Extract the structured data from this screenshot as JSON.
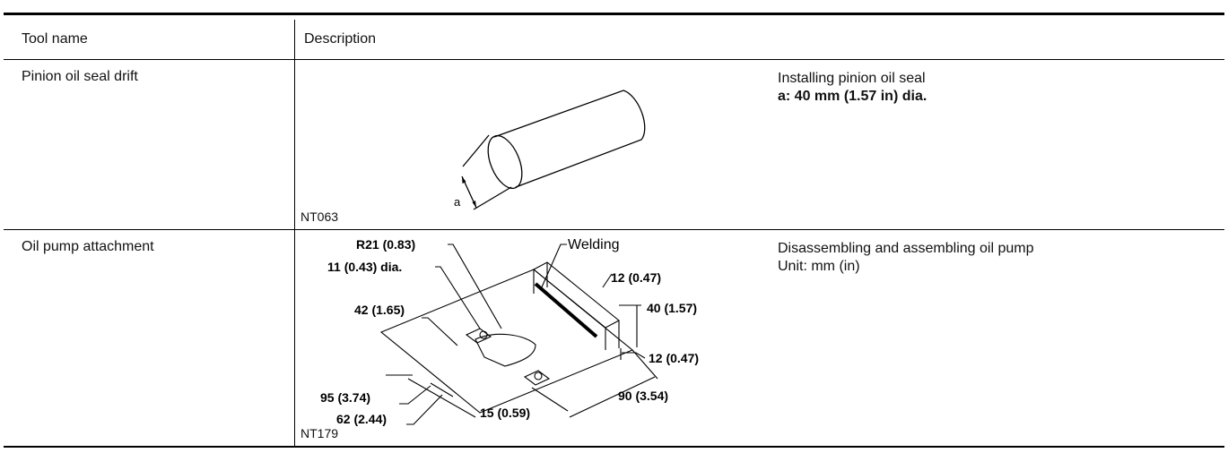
{
  "table": {
    "headers": {
      "tool_name": "Tool name",
      "description": "Description"
    },
    "rows": [
      {
        "tool_name": "Pinion oil seal drift",
        "figure_code": "NT063",
        "figure_labels": {
          "a": "a"
        },
        "note_lines": [
          "Installing pinion oil seal",
          "a: 40 mm (1.57 in) dia."
        ]
      },
      {
        "tool_name": "Oil pump attachment",
        "figure_code": "NT179",
        "figure_labels": {
          "r21": "R21 (0.83)",
          "welding": "Welding",
          "d11": "11 (0.43) dia.",
          "d12a": "12 (0.47)",
          "d40": "40 (1.57)",
          "d42": "42 (1.65)",
          "d12b": "12 (0.47)",
          "d95": "95 (3.74)",
          "d90": "90 (3.54)",
          "d62": "62 (2.44)",
          "d15": "15 (0.59)"
        },
        "note_lines": [
          "Disassembling and assembling oil pump",
          "Unit: mm (in)"
        ]
      }
    ]
  }
}
